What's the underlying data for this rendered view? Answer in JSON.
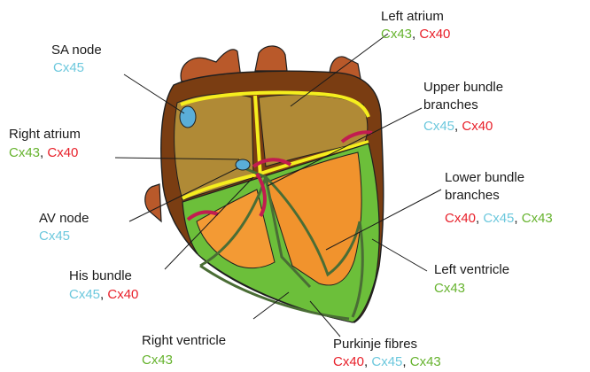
{
  "labels": {
    "left_atrium": {
      "title": "Left atrium",
      "items": [
        "Cx43",
        "Cx40"
      ]
    },
    "sa_node": {
      "title": "SA node",
      "items": [
        "Cx45"
      ]
    },
    "upper_bundle": {
      "title_lines": [
        "Upper bundle",
        "branches"
      ],
      "items": [
        "Cx45",
        "Cx40"
      ]
    },
    "right_atrium": {
      "title": "Right atrium",
      "items": [
        "Cx43",
        "Cx40"
      ]
    },
    "lower_bundle": {
      "title_lines": [
        "Lower bundle",
        "branches"
      ],
      "items": [
        "Cx40",
        "Cx45",
        "Cx43"
      ]
    },
    "av_node": {
      "title": "AV node",
      "items": [
        "Cx45"
      ]
    },
    "left_ventricle": {
      "title": "Left ventricle",
      "items": [
        "Cx43"
      ]
    },
    "his_bundle": {
      "title": "His bundle",
      "items": [
        "Cx45",
        "Cx40"
      ]
    },
    "right_ventricle": {
      "title": "Right ventricle",
      "items": [
        "Cx43"
      ]
    },
    "purkinje": {
      "title": "Purkinje fibres",
      "items": [
        "Cx40",
        "Cx45",
        "Cx43"
      ]
    }
  },
  "colors": {
    "Cx43": "#66b32e",
    "Cx40": "#e8202a",
    "Cx45": "#6cc8dd",
    "vessel": "#b9592a",
    "outer_wall": "#7a3d12",
    "atria": "#b08a36",
    "ventricle_left": "#f1932d",
    "ventricle_right": "#f39a34",
    "myocardium_green": "#6cbf3a",
    "conduction": "#f5ee1e",
    "node": "#5aaed8",
    "purkinje_line": "#4a6d35"
  }
}
